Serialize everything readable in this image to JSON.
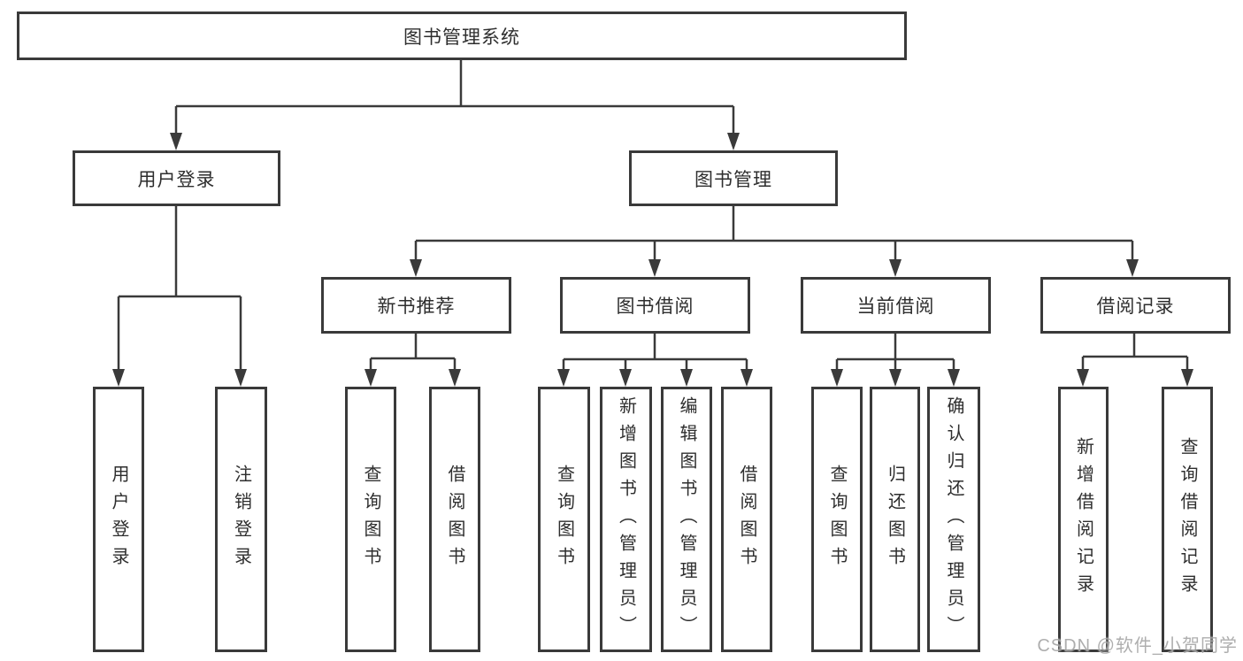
{
  "tree": {
    "root": {
      "label": "图书管理系统"
    },
    "branches": [
      {
        "label": "用户登录",
        "children": [
          {
            "label": "用户登录"
          },
          {
            "label": "注销登录"
          }
        ]
      },
      {
        "label": "图书管理",
        "children": [
          {
            "label": "新书推荐",
            "children": [
              {
                "label": "查询图书"
              },
              {
                "label": "借阅图书"
              }
            ]
          },
          {
            "label": "图书借阅",
            "children": [
              {
                "label": "查询图书"
              },
              {
                "label": "新增图书（管理员）"
              },
              {
                "label": "编辑图书（管理员）"
              },
              {
                "label": "借阅图书"
              }
            ]
          },
          {
            "label": "当前借阅",
            "children": [
              {
                "label": "查询图书"
              },
              {
                "label": "归还图书"
              },
              {
                "label": "确认归还（管理员）"
              }
            ]
          },
          {
            "label": "借阅记录",
            "children": [
              {
                "label": "新增借阅记录"
              },
              {
                "label": "查询借阅记录"
              }
            ]
          }
        ]
      }
    ]
  },
  "watermark": {
    "text": "CSDN @软件_小贺同学"
  },
  "colors": {
    "line": "#3a3a3a",
    "box_border": "#3a3a3a",
    "text": "#2e2e2e",
    "watermark": "#a6a6a6",
    "background": "#ffffff"
  }
}
